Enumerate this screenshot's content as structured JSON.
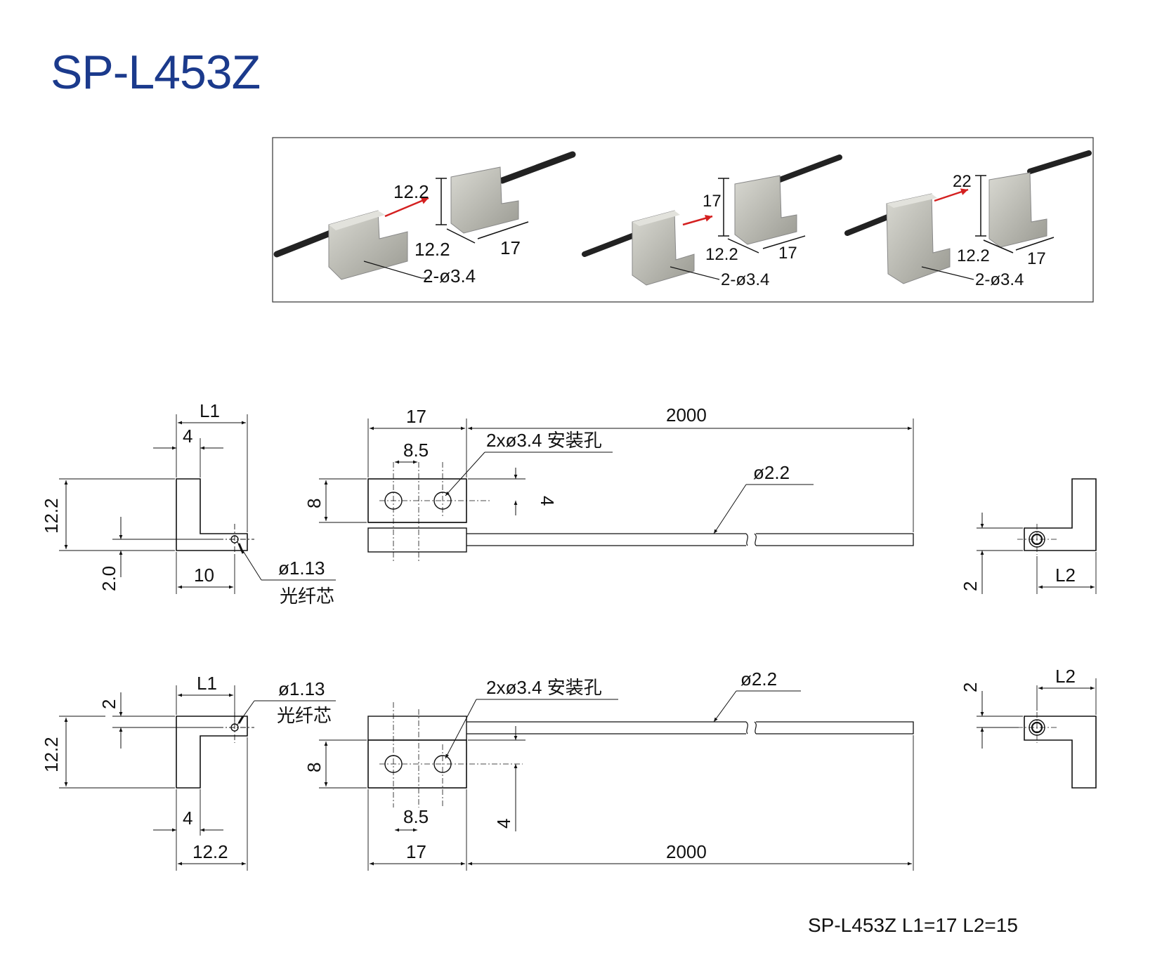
{
  "title": "SP-L453Z",
  "footer": "SP-L453Z L1=17  L2=15",
  "photos": [
    {
      "height": "12.2",
      "width": "12.2",
      "depth": "17",
      "holes": "2-ø3.4"
    },
    {
      "height": "17",
      "width": "12.2",
      "depth": "17",
      "holes": "2-ø3.4"
    },
    {
      "height": "22",
      "width": "12.2",
      "depth": "17",
      "holes": "2-ø3.4"
    }
  ],
  "top": {
    "side": {
      "L1": "L1",
      "w4": "4",
      "h12": "12.2",
      "h2": "2.0",
      "w10": "10",
      "core_dia": "ø1.13",
      "core": "光纤芯"
    },
    "front": {
      "w17": "17",
      "len2000": "2000",
      "w85": "8.5",
      "h8": "8",
      "h4": "4",
      "holes": "2xø3.4 安装孔",
      "cable": "ø2.2"
    },
    "end": {
      "h2": "2",
      "L2": "L2"
    }
  },
  "bottom": {
    "side": {
      "h2": "2",
      "L1": "L1",
      "core_dia": "ø1.13",
      "core": "光纤芯",
      "h12": "12.2",
      "w4": "4",
      "w12": "12.2"
    },
    "front": {
      "holes": "2xø3.4 安装孔",
      "cable": "ø2.2",
      "h8": "8",
      "w85": "8.5",
      "h4": "4",
      "w17": "17",
      "len2000": "2000"
    },
    "end": {
      "h2": "2",
      "L2": "L2"
    }
  },
  "colors": {
    "title": "#1b3a8c",
    "arrow": "#d42020",
    "metal": "#b9b9b0",
    "cable": "#222222",
    "line": "#111111"
  }
}
